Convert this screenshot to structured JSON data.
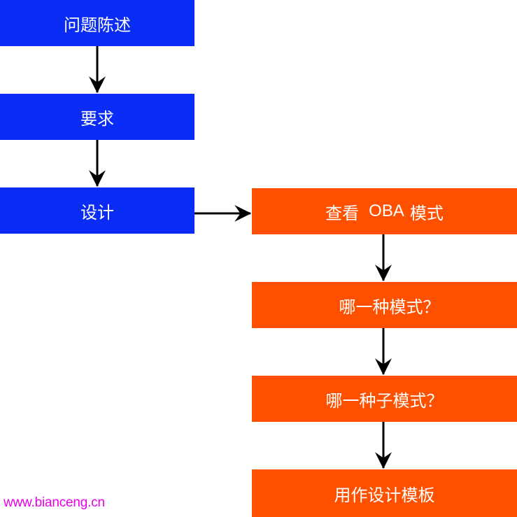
{
  "steps_left": [
    {
      "label": "问题陈述"
    },
    {
      "label": "要求"
    },
    {
      "label": "设计"
    }
  ],
  "steps_right": [
    {
      "label_prefix": "查看",
      "label_latin": "OBA",
      "label_suffix": "模式"
    },
    {
      "label": "哪一种模式？"
    },
    {
      "label": "哪一种子模式？"
    },
    {
      "label": "用作设计模板"
    }
  ],
  "colors": {
    "left_boxes": "#0b2cf5",
    "right_boxes": "#ff5000",
    "arrows": "#000000",
    "watermark": "#e800e8"
  },
  "watermark": "www.bianceng.cn"
}
